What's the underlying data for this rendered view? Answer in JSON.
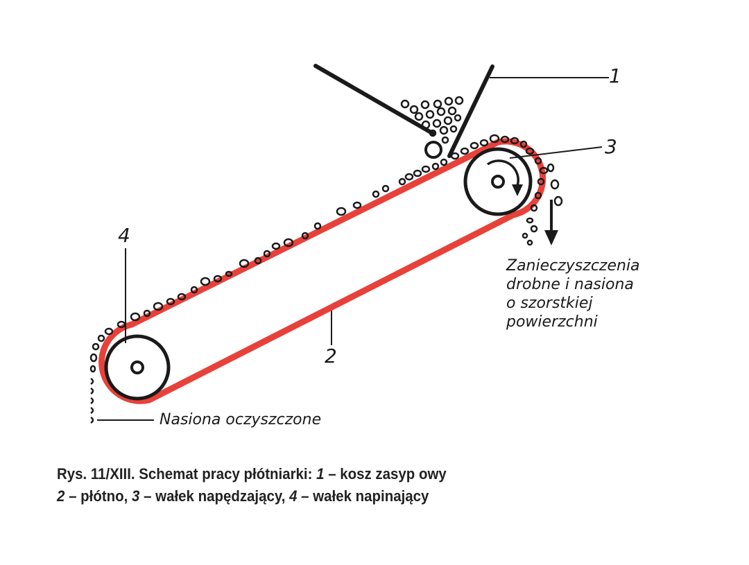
{
  "figure": {
    "labels": {
      "hopper": "1",
      "belt": "2",
      "drive_roller": "3",
      "tension_roller": "4"
    },
    "annotations": {
      "impurities_line1": "Zanieczyszczenia",
      "impurities_line2": "drobne i nasiona",
      "impurities_line3": "o szorstkiej",
      "impurities_line4": "powierzchni",
      "cleaned_seeds": "Nasiona oczyszczone"
    },
    "colors": {
      "belt": "#e8413a",
      "ink": "#1a1a1a"
    }
  },
  "caption": {
    "prefix": "Rys. 11/XIII. Schemat pracy płótniarki: ",
    "n1": "1",
    "t1": " – kosz zasyp owy",
    "n2": "2",
    "t2": " – płótno, ",
    "n3": "3",
    "t3": " – wałek napędzający, ",
    "n4": "4",
    "t4": " – wałek napinający"
  }
}
